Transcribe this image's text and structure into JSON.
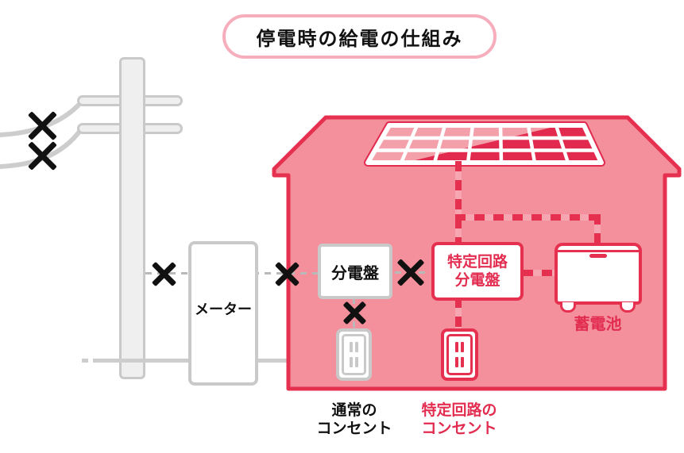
{
  "title": "停電時の給電の仕組み",
  "diagram": {
    "meter_label": "メーター",
    "distribution_board_label": "分電盤",
    "specific_circuit_board_label": [
      "特定回路",
      "分電盤"
    ],
    "battery_label": "蓄電池",
    "normal_outlet_label": [
      "通常の",
      "コンセント"
    ],
    "specific_outlet_label": [
      "特定回路の",
      "コンセント"
    ]
  },
  "colors": {
    "house_fill": "#f4909b",
    "accent_red": "#e5314f",
    "red_text": "#e22c50",
    "solar_cell_dark": "#e12a4e",
    "solar_cell_light": "#f3a0aa",
    "dash_underlay_pink": "#f5a6b0",
    "gray_line": "#cdcdcd",
    "gray_border": "#c9c9c9",
    "pole_fill": "#efefef",
    "title_border": "#f6aebc",
    "outage_x": "#111111"
  }
}
